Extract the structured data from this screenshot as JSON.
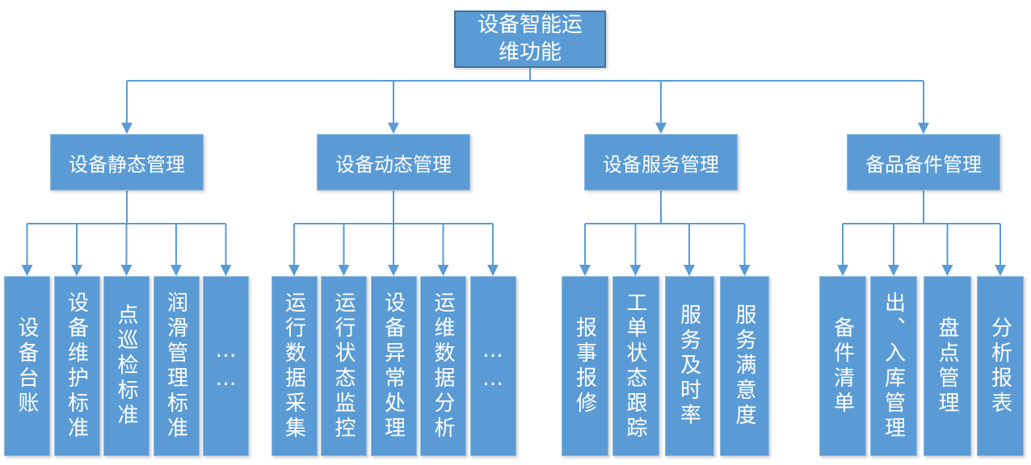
{
  "diagram": {
    "title": "设备智能运维功能",
    "root": {
      "line1": "设备智能运",
      "line2": "维功能"
    },
    "branches": [
      {
        "label": "设备静态管理",
        "children": [
          "设备台账",
          "设备维护标准",
          "点巡检标准",
          "润滑管理标准",
          "……"
        ]
      },
      {
        "label": "设备动态管理",
        "children": [
          "运行数据采集",
          "运行状态监控",
          "设备异常处理",
          "运维数据分析",
          "……"
        ]
      },
      {
        "label": "设备服务管理",
        "children": [
          "报事报修",
          "工单状态跟踪",
          "服务及时率",
          "服务满意度"
        ]
      },
      {
        "label": "备品备件管理",
        "children": [
          "备件清单",
          "出、入库管理",
          "盘点管理",
          "分析报表"
        ]
      }
    ],
    "colors": {
      "node_fill": "#5B9BD5",
      "root_border": "#41719C",
      "node_border": "#8FBADF",
      "connector": "#5B9BD5",
      "text": "#FFFFFF"
    }
  }
}
